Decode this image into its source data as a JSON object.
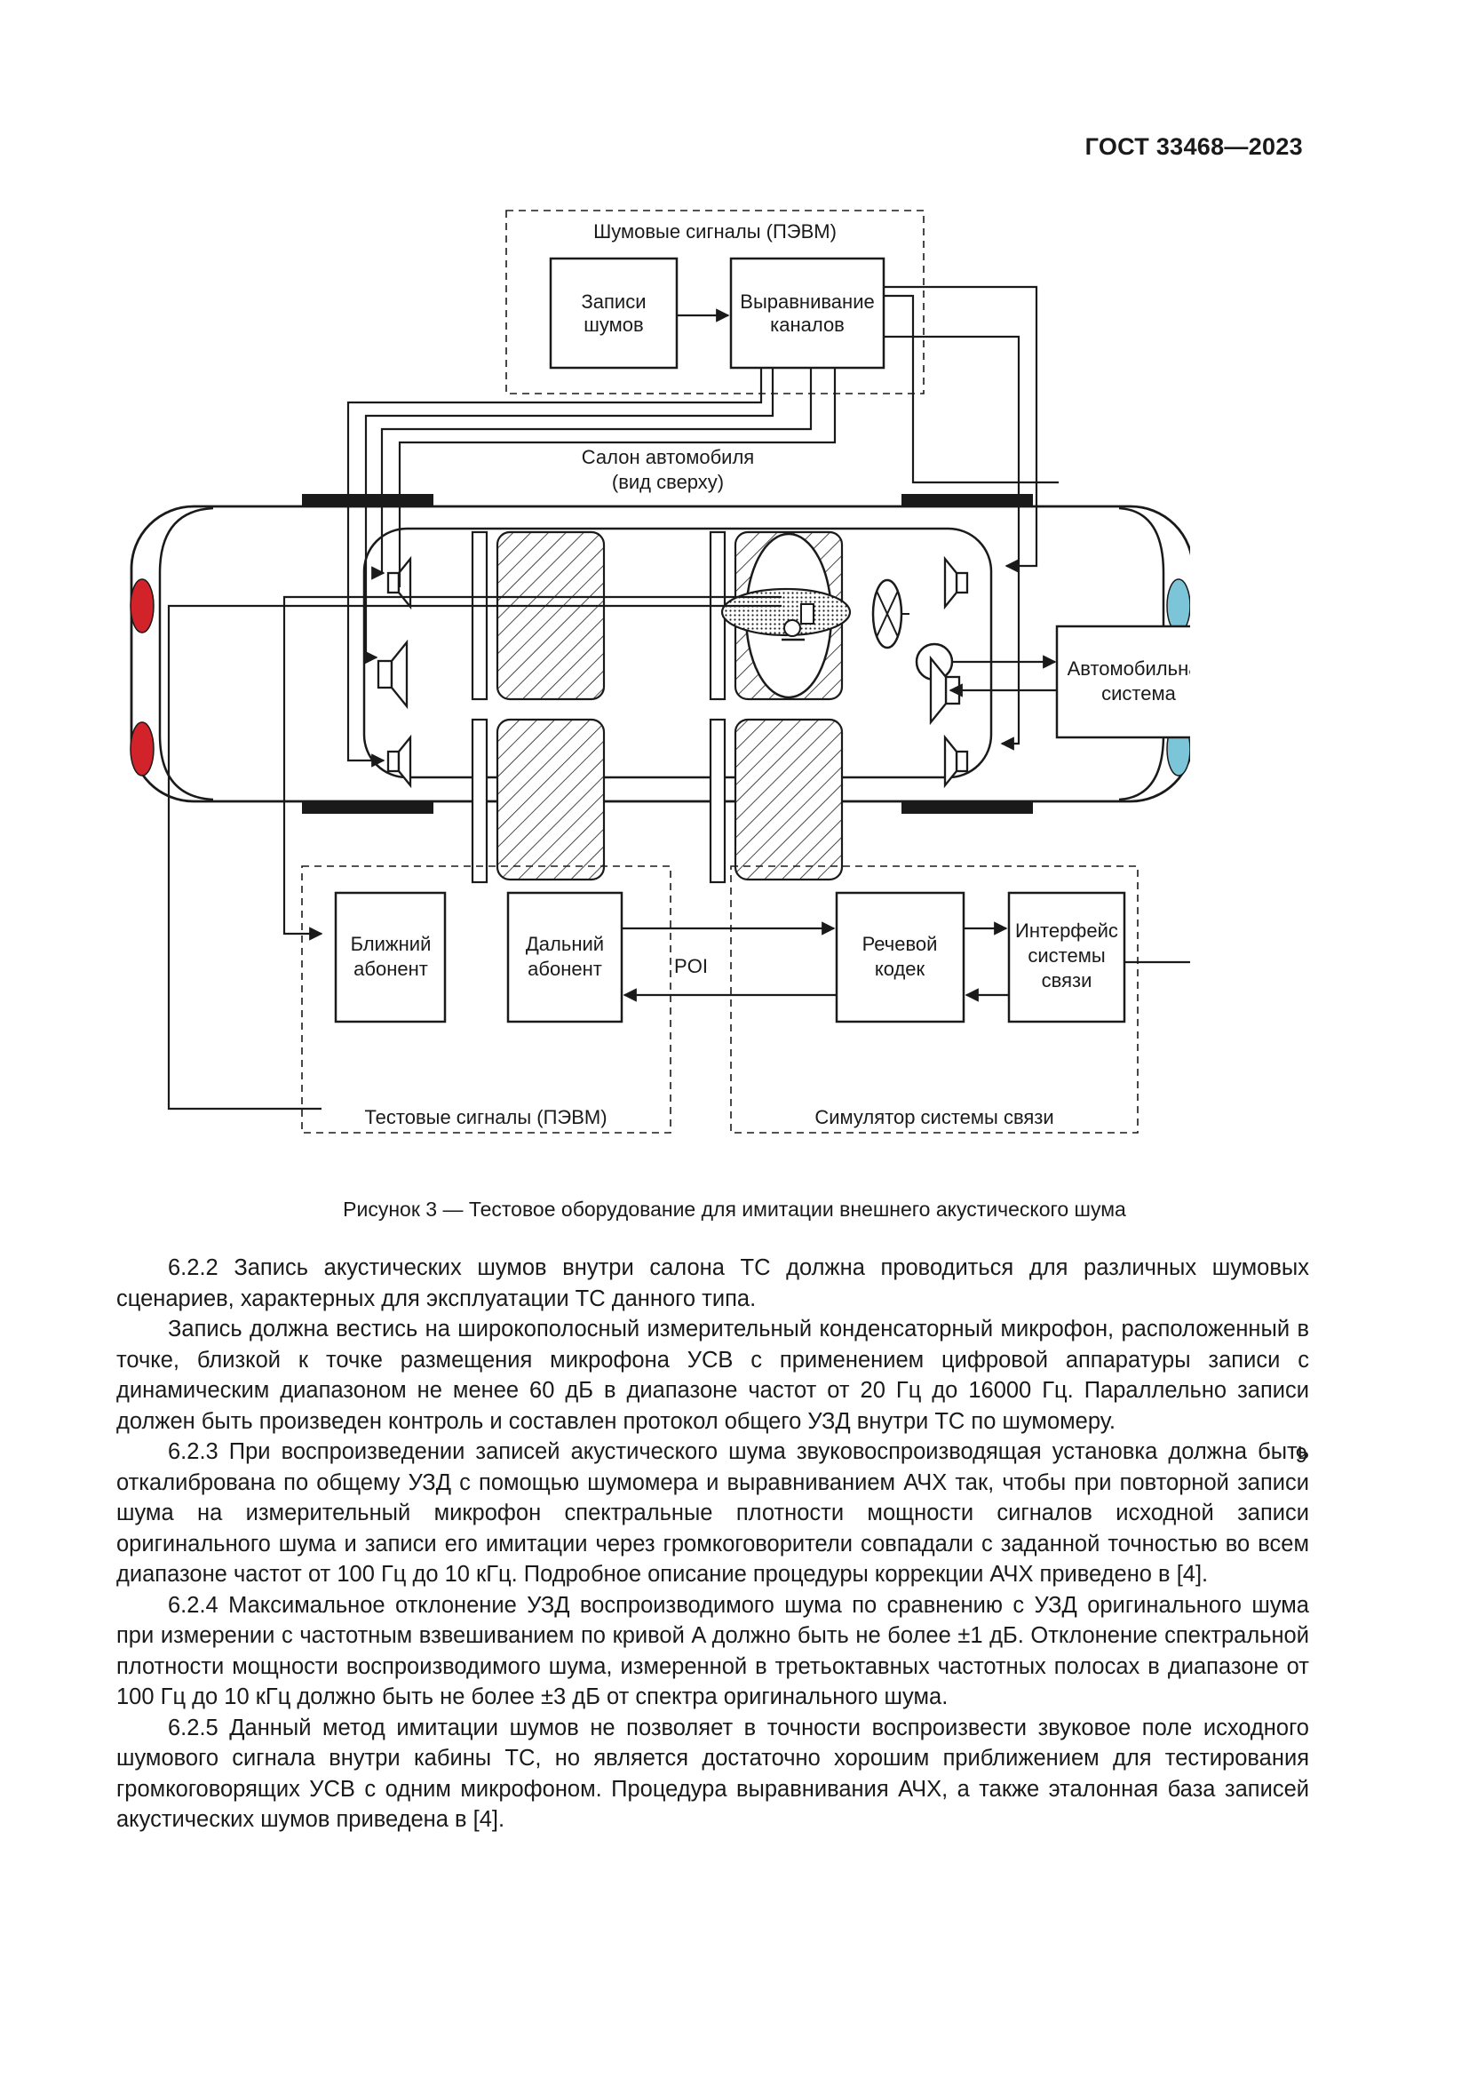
{
  "header": {
    "standard": "ГОСТ 33468—2023"
  },
  "diagram": {
    "noise_group": "Шумовые сигналы (ПЭВМ)",
    "noise_records": [
      "Записи",
      "шумов"
    ],
    "channel_eq": [
      "Выравнивание",
      "каналов"
    ],
    "cabin_label": [
      "Салон автомобиля",
      "(вид сверху)"
    ],
    "car_system": [
      "Автомобильная",
      "система"
    ],
    "near_sub": [
      "Ближний",
      "абонент"
    ],
    "far_sub": [
      "Дальний",
      "абонент"
    ],
    "poi": "POI",
    "codec": [
      "Речевой",
      "кодек"
    ],
    "iface": [
      "Интерфейс",
      "системы",
      "связи"
    ],
    "test_group": "Тестовые сигналы (ПЭВМ)",
    "sim_group": "Симулятор системы связи"
  },
  "caption": "Рисунок 3 — Тестовое оборудование для имитации внешнего акустического шума",
  "paragraphs": [
    "6.2.2 Запись акустических шумов внутри салона ТС должна проводиться для различных шумовых сценариев, характерных для эксплуатации ТС данного типа.",
    "Запись должна вестись на широкополосный измерительный конденсаторный микрофон, расположенный в точке, близкой к точке размещения микрофона УСВ с применением цифровой аппаратуры записи с динамическим диапазоном не менее 60 дБ в диапазоне частот от 20 Гц до 16000 Гц. Параллельно записи должен быть произведен контроль и составлен протокол общего УЗД внутри ТС по шумомеру.",
    "6.2.3 При воспроизведении записей акустического шума звуковоспроизводящая установка должна быть откалибрована по общему УЗД с помощью шумомера и выравниванием АЧХ так, чтобы при повторной записи шума на измерительный микрофон спектральные плотности мощности сигналов исходной записи оригинального шума и записи его имитации через громкоговорители совпадали с заданной точностью во всем диапазоне частот от 100 Гц до 10 кГц. Подробное описание процедуры коррекции АЧХ приведено в [4].",
    "6.2.4 Максимальное отклонение УЗД воспроизводимого шума по сравнению с УЗД оригинального шума при измерении с частотным взвешиванием по кривой A должно быть не более ±1 дБ. Отклонение спектральной плотности мощности воспроизводимого шума, измеренной в третьоктавных частотных полосах в диапазоне от 100 Гц до 10 кГц должно быть не более ±3 дБ от спектра оригинального шума.",
    "6.2.5 Данный метод имитации шумов не позволяет в точности воспроизвести звуковое поле исходного шумового сигнала внутри кабины ТС, но является достаточно хорошим приближением для тестирования громкоговорящих УСВ с одним микрофоном. Процедура выравнивания АЧХ, а также эталонная база записей акустических шумов приведена в [4]."
  ],
  "page_number": "9",
  "colors": {
    "rear_light": "#d2232a",
    "front_light": "#7cc4d8",
    "ink": "#1a1a1a"
  }
}
